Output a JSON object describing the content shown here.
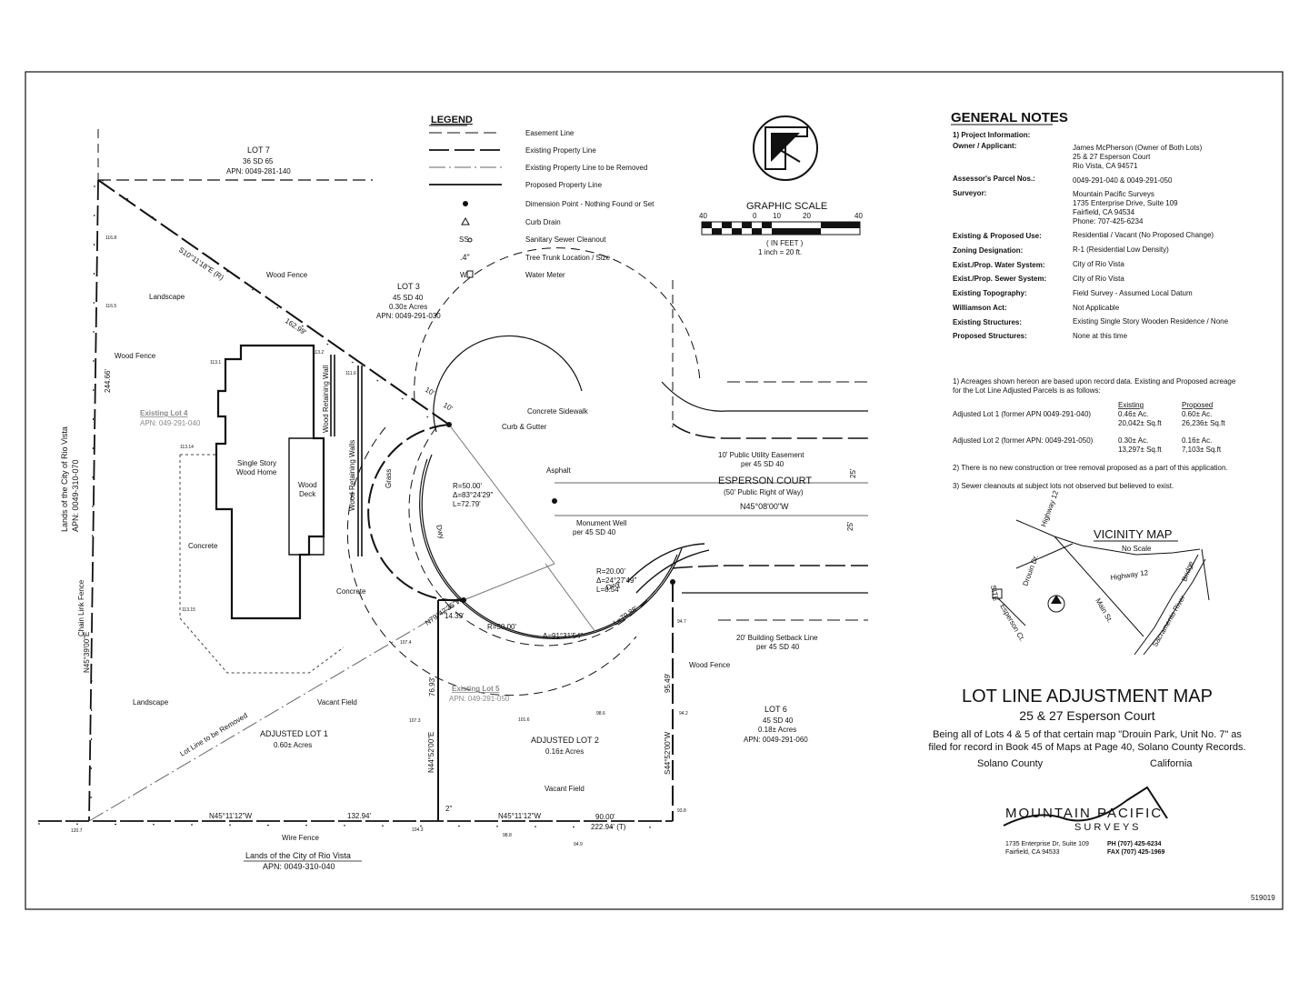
{
  "legend": {
    "title": "LEGEND",
    "items": [
      {
        "label": "Easement Line"
      },
      {
        "label": "Existing Property Line"
      },
      {
        "label": "Existing Property Line to be Removed"
      },
      {
        "label": "Proposed Property Line"
      },
      {
        "label": "Dimension Point - Nothing Found or Set"
      },
      {
        "label": "Curb Drain"
      },
      {
        "label": "Sanitary Sewer Cleanout",
        "symbol": "SSo"
      },
      {
        "label": "Tree Trunk Location / Size",
        "symbol": ".4\""
      },
      {
        "label": "Water Meter",
        "symbol": "W"
      }
    ]
  },
  "scale": {
    "title": "GRAPHIC  SCALE",
    "ticks": [
      "40",
      "0",
      "10",
      "20",
      "40"
    ],
    "unit": "( IN FEET )",
    "ratio": "1 inch = 20 ft."
  },
  "general_notes": {
    "title": "GENERAL NOTES",
    "rows": [
      {
        "label": "1) Project Information:",
        "lines": []
      },
      {
        "label": "Owner / Applicant:",
        "lines": [
          "James McPherson (Owner of Both Lots)",
          "25 & 27 Esperson Court",
          "Rio Vista, CA 94571"
        ]
      },
      {
        "label": "Assessor's Parcel Nos.:",
        "lines": [
          "0049-291-040 & 0049-291-050"
        ]
      },
      {
        "label": "Surveyor:",
        "lines": [
          "Mountain Pacific Surveys",
          "1735 Enterprise Drive, Suite 109",
          "Fairfield, CA  94534",
          "Phone:  707-425-6234"
        ]
      },
      {
        "label": "Existing & Proposed Use:",
        "lines": [
          "Residential / Vacant (No Proposed Change)"
        ]
      },
      {
        "label": "Zoning Designation:",
        "lines": [
          "R-1 (Residential Low Density)"
        ]
      },
      {
        "label": "Exist./Prop. Water System:",
        "lines": [
          "City of Rio Vista"
        ]
      },
      {
        "label": "Exist./Prop. Sewer System:",
        "lines": [
          "City of Rio Vista"
        ]
      },
      {
        "label": "Existing Topography:",
        "lines": [
          "Field Survey - Assumed Local Datum"
        ]
      },
      {
        "label": "Williamson Act:",
        "lines": [
          "Not Applicable"
        ]
      },
      {
        "label": "Existing Structures:",
        "lines": [
          "Existing Single Story Wooden Residence / None"
        ]
      },
      {
        "label": "Proposed Structures:",
        "lines": [
          "None at this time"
        ]
      }
    ],
    "note1": "1) Acreages shown hereon are based upon record data. Existing and Proposed acreage",
    "note1b": "for the Lot Line Adjusted Parcels is as follows:",
    "table": {
      "headers": [
        "Existing",
        "Proposed"
      ],
      "rows": [
        {
          "label": "Adjusted Lot 1 (former APN 0049-291-040)",
          "existing": [
            "0.46± Ac.",
            "20,042± Sq.ft"
          ],
          "proposed": [
            "0.60± Ac.",
            "26,236± Sq.ft"
          ]
        },
        {
          "label": "Adjusted Lot 2 (former APN: 0049-291-050)",
          "existing": [
            "0.30± Ac.",
            "13,297± Sq.ft"
          ],
          "proposed": [
            "0.16± Ac.",
            "7,103± Sq.ft"
          ]
        }
      ]
    },
    "note2": "2)  There is no new construction or tree removal proposed as a part of this application.",
    "note3": "3)  Sewer cleanouts at subject lots not observed but believed to exist."
  },
  "vicinity": {
    "title": "VICINITY MAP",
    "subtitle": "No Scale",
    "labels": {
      "hwy12a": "Highway 12",
      "hwy12b": "Highway 12",
      "drouin": "Drouin Dr.",
      "main": "Main St.",
      "bridge": "Bridge",
      "river": "Sacramento River",
      "site": "SITE",
      "esperson": "Esperson Ct."
    }
  },
  "title_block": {
    "title": "LOT LINE ADJUSTMENT MAP",
    "subtitle": "25 & 27 Esperson Court",
    "desc1": "Being all of Lots 4 & 5 of that certain map \"Drouin Park, Unit No. 7\" as",
    "desc2": "filed for record in Book 45 of Maps at Page 40, Solano County Records.",
    "county": "Solano County",
    "state": "California",
    "company1": "MOUNTAIN  PACIFIC",
    "company2": "S U R V E Y S",
    "addr1": "1735 Enterprise Dr, Suite 109",
    "addr2": "Fairfield, CA 94533",
    "ph": "PH  (707) 425-6234",
    "fax": "FAX (707) 425-1969",
    "sheet_no": "519019"
  },
  "map": {
    "lot7": {
      "name": "LOT 7",
      "ref": "36 SD 65",
      "apn": "APN: 0049-281-140"
    },
    "lot3": {
      "name": "LOT 3",
      "ref": "45 SD 40",
      "acres": "0.30± Acres",
      "apn": "APN: 0049-291-030"
    },
    "lot6": {
      "name": "LOT 6",
      "ref": "45 SD 40",
      "acres": "0.18± Acres",
      "apn": "APN: 0049-291-060"
    },
    "adj1": {
      "name": "ADJUSTED LOT 1",
      "acres": "0.60± Acres"
    },
    "adj2": {
      "name": "ADJUSTED LOT 2",
      "acres": "0.16± Acres"
    },
    "exlot4": {
      "name": "Existing Lot 4",
      "apn": "APN: 049-291-040"
    },
    "exlot5": {
      "name": "Existing Lot 5",
      "apn": "APN: 049-291-050"
    },
    "west_lands": {
      "line1": "Lands of the City of Rio Vista",
      "line2": "APN: 0049-310-070"
    },
    "south_lands": {
      "line1": "Lands of the City of Rio Vista",
      "line2": "APN: 0049-310-040"
    },
    "street": {
      "name": "ESPERSON COURT",
      "row": "(50' Public Right of Way)",
      "bearing": "N45°08'00\"W",
      "width_top": "25'",
      "width_bot": "25'"
    },
    "labels": {
      "bearing_nw": "S10°11'18\"E (R)",
      "dist_nw": "162.99'",
      "wood_fence_top": "Wood Fence",
      "wood_fence_left": "Wood Fence",
      "wood_fence_right": "Wood Fence",
      "landscape1": "Landscape",
      "landscape2": "Landscape",
      "dist_west": "244.66'",
      "bearing_west": "N45°39'00\"E",
      "chain_fence": "Chain Link Fence",
      "home": "Single Story",
      "home2": "Wood Home",
      "deck": "Wood",
      "deck2": "Deck",
      "concrete1": "Concrete",
      "concrete2": "Concrete",
      "wall1": "Wood Retaining Wall",
      "wall2": "Wood Retaining Walls",
      "grass": "Grass",
      "lot_line_removed": "Lot Line to be Removed",
      "vacant1": "Vacant Field",
      "vacant2": "Vacant Field",
      "curve1a": "R=50.00'",
      "curve1b": "Δ=83°24'29\"",
      "curve1c": "L=72.79'",
      "curve2a": "R=20.00'",
      "curve2b": "Δ=24°27'49\"",
      "curve2c": "L=8.54'",
      "curve3": "R=50.00'",
      "curve3b": "Δ=91°31'54\"",
      "curve3c": "L=79.88'",
      "bearing_lot2w": "N79°42'35\"W",
      "dist_lot2w": "14.39'",
      "sidewalk": "Concrete Sidewalk",
      "curb": "Curb & Gutter",
      "asphalt": "Asphalt",
      "pue": "10' Public Utility Easement",
      "pue2": "per 45 SD 40",
      "monument": "Monument Well",
      "monument2": "per 45 SD 40",
      "setback": "20' Building Setback Line",
      "setback2": "per 45 SD 40",
      "dwy1": "Dwy",
      "dwy2": "Dwy",
      "ten1": "10'",
      "ten2": "10'",
      "dist_7693": "76.93'",
      "bearing_lot2mid": "N44°52'00\"E",
      "dist_9549": "95.49'",
      "bearing_lot2e": "S44°52'00\"W",
      "bearing_s1": "N45°11'12\"W",
      "dist_s1": "132.94'",
      "bearing_s2": "N45°11'12\"W",
      "dist_s2": "90.00'",
      "dist_s3": "222.94' (T)",
      "wire_fence": "Wire Fence",
      "two": "2\""
    }
  }
}
